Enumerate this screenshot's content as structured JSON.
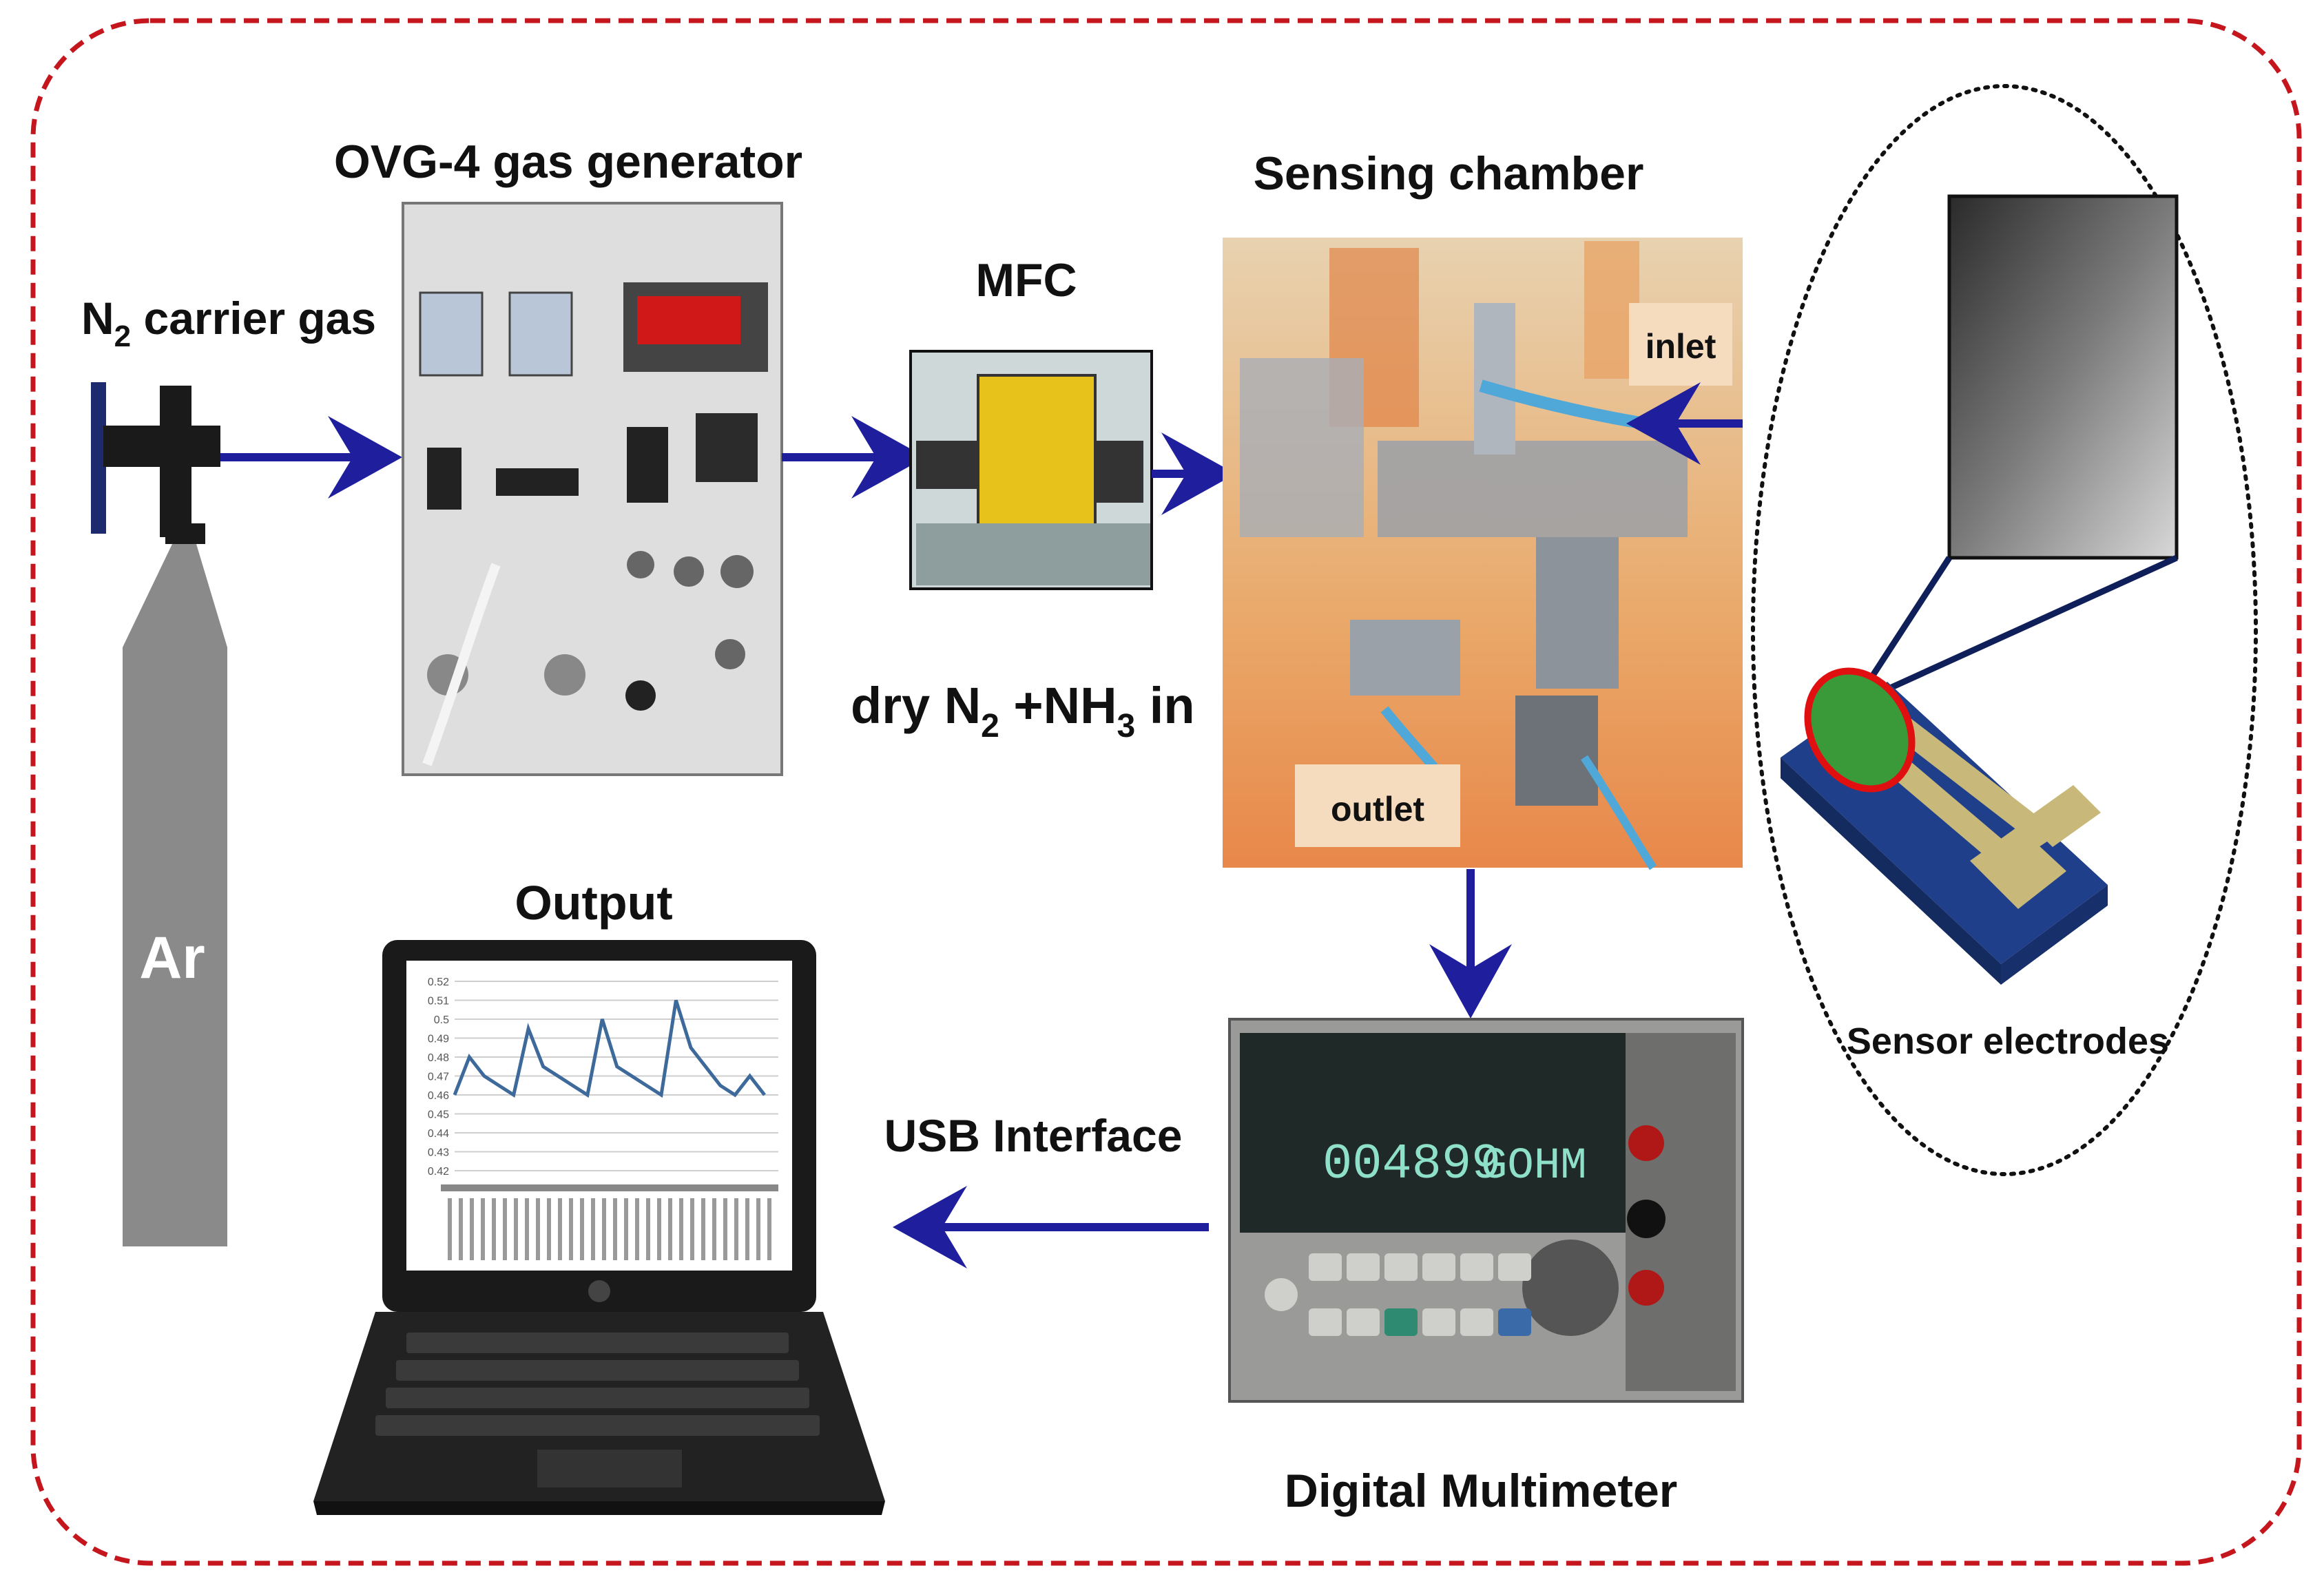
{
  "labels": {
    "carrier_prefix": "N",
    "carrier_sub": "2",
    "carrier_suffix": " carrier gas",
    "cylinder": "Ar",
    "generator": "OVG-4 gas generator",
    "mfc": "MFC",
    "flow_prefix": "dry N",
    "flow_sub1": "2",
    "flow_mid": " +NH",
    "flow_sub2": "3",
    "flow_suffix": "  in",
    "chamber": "Sensing chamber",
    "inlet": "inlet",
    "outlet": "outlet",
    "sensor": "Sensor electrodes",
    "output": "Output",
    "usb": "USB Interface",
    "multimeter": "Digital Multimeter",
    "meter_reading": "004899",
    "meter_unit": "GOHM"
  },
  "colors": {
    "frame": "#c4161c",
    "arrow": "#1f1f9e",
    "cylinder": "#8a8a8a",
    "sensor_film": "#3a9a3a",
    "sensor_ring": "#e01010",
    "substrate": "#1f3f8a",
    "electrode": "#c8b87a",
    "trace": "#3d6a9a"
  },
  "laptop_chart": {
    "y_ticks": [
      "0.52",
      "0.51",
      "0.5",
      "0.49",
      "0.48",
      "0.47",
      "0.46",
      "0.45",
      "0.44",
      "0.43",
      "0.42"
    ],
    "values": [
      0.46,
      0.48,
      0.47,
      0.465,
      0.46,
      0.495,
      0.475,
      0.47,
      0.465,
      0.46,
      0.5,
      0.475,
      0.47,
      0.465,
      0.46,
      0.51,
      0.485,
      0.475,
      0.465,
      0.46,
      0.47,
      0.46
    ]
  }
}
